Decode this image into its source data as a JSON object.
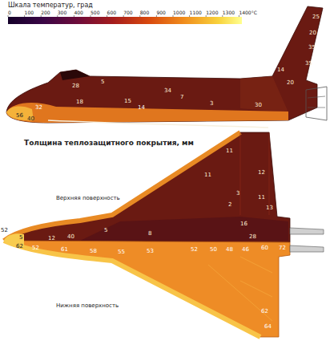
{
  "diagram": {
    "title": "Толщина теплозащитного покрытия, мм",
    "labels": [
      "Шкала температур, град",
      "0",
      "100",
      "200",
      "300",
      "400",
      "500",
      "600",
      "700",
      "800",
      "900",
      "1000",
      "1100",
      "1200",
      "1300",
      "1400°С",
      "25",
      "20",
      "35",
      "35",
      "14",
      "20",
      "28",
      "5",
      "18",
      "34",
      "15",
      "14",
      "7",
      "3",
      "30",
      "32",
      "56",
      "40",
      "11",
      "12",
      "11",
      "3",
      "11",
      "2",
      "13",
      "16",
      "5",
      "8",
      "28",
      "60",
      "72",
      "52",
      "5",
      "12",
      "40",
      "62",
      "52",
      "61",
      "58",
      "55",
      "53",
      "52",
      "50",
      "48",
      "46",
      "62",
      "64",
      "Верхняя поверхность",
      "Нижняя поверхность"
    ]
  }
}
